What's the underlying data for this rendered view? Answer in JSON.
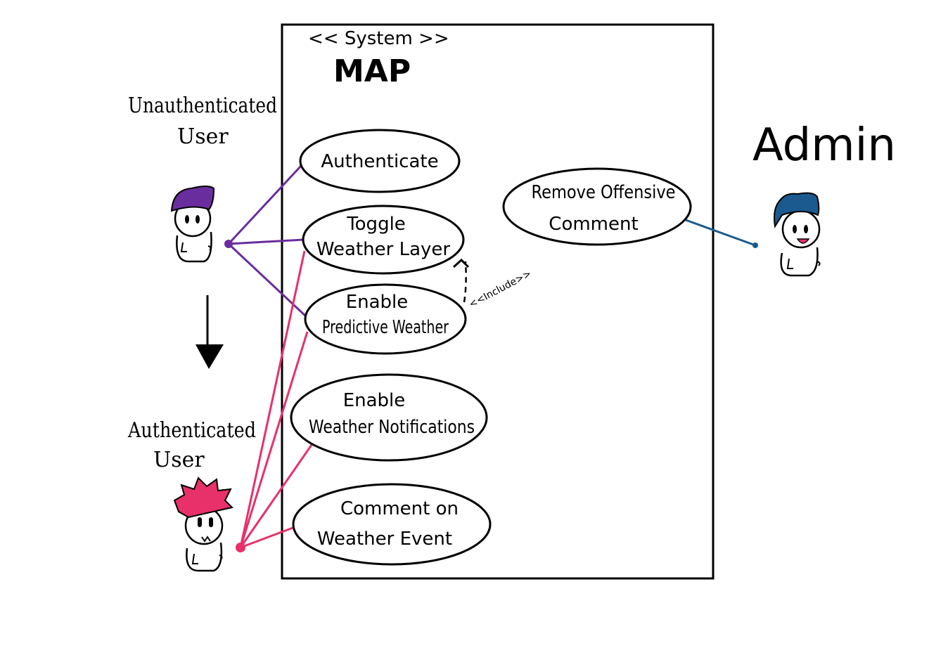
{
  "system": {
    "stereotype": "<< System >>",
    "name": "MAP"
  },
  "actors": {
    "unauthenticated": {
      "line1": "Unauthenticated",
      "line2": "User",
      "color": "#6a2d9e"
    },
    "authenticated": {
      "line1": "Authenticated",
      "line2": "User",
      "color": "#e8306a"
    },
    "admin": {
      "label": "Admin",
      "color": "#1a5a8f"
    }
  },
  "use_cases": {
    "authenticate": {
      "line1": "Authenticate"
    },
    "toggle": {
      "line1": "Toggle",
      "line2": "Weather Layer"
    },
    "predictive": {
      "line1": "Enable",
      "line2": "Predictive Weather"
    },
    "notifications": {
      "line1": "Enable",
      "line2": "Weather Notifications"
    },
    "comment": {
      "line1": "Comment on",
      "line2": "Weather Event"
    },
    "remove": {
      "line1": "Remove Offensive",
      "line2": "Comment"
    }
  },
  "relationships": {
    "include_label": "<<Include>>"
  }
}
